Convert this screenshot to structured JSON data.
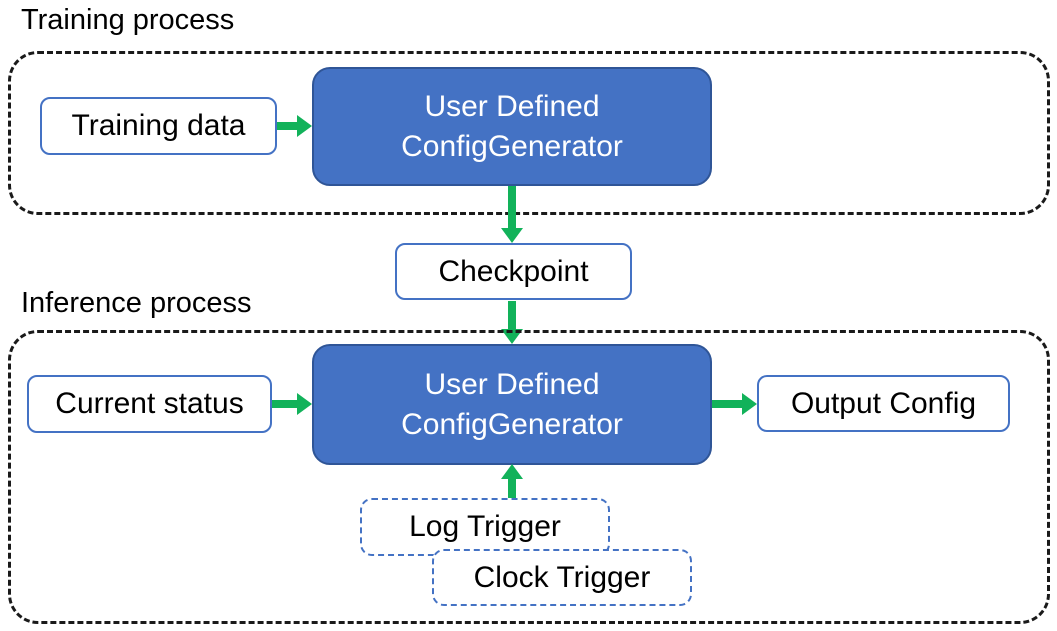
{
  "diagram": {
    "training": {
      "section_label": "Training process",
      "input_label": "Training data",
      "generator_label_line1": "User Defined",
      "generator_label_line2": "ConfigGenerator"
    },
    "checkpoint_label": "Checkpoint",
    "inference": {
      "section_label": "Inference process",
      "input_label": "Current status",
      "generator_label_line1": "User Defined",
      "generator_label_line2": "ConfigGenerator",
      "output_label": "Output Config",
      "log_trigger_label": "Log Trigger",
      "clock_trigger_label": "Clock Trigger"
    },
    "colors": {
      "generator_fill": "#4472c4",
      "generator_border": "#2f5597",
      "box_border_blue": "#4472c4",
      "arrow_green": "#12b25a",
      "container_dash": "#1a1a1a",
      "text_dark": "#000000",
      "text_light": "#ffffff"
    }
  }
}
